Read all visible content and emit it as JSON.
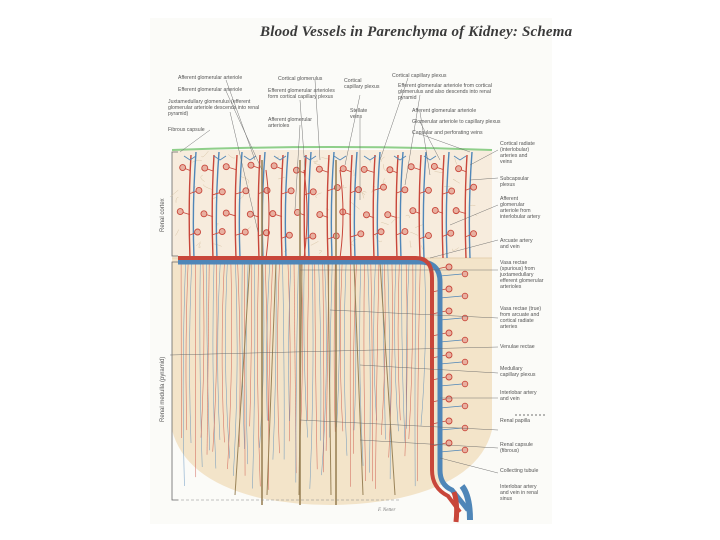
{
  "title": "Blood Vessels in Parenchyma of Kidney: Schema",
  "side_labels": {
    "cortex": "Renal cortex",
    "medulla": "Renal medulla (pyramid)"
  },
  "top_left_labels": [
    "Afferent glomerular arteriole",
    "Efferent glomerular arteriole",
    "Juxtamedullary glomerulus (efferent glomerular arteriole descends into renal pyramid)",
    "Fibrous capsule"
  ],
  "top_center_labels": [
    "Cortical glomerulus",
    "Efferent glomerular arterioles form cortical capillary plexus",
    "Cortical capillary plexus",
    "Stellate veins",
    "Afferent glomerular arterioles"
  ],
  "top_right_labels": [
    "Cortical capillary plexus",
    "Efferent glomerular arteriole from cortical glomerulus and also descends into renal pyramid",
    "Afferent glomerular arteriole",
    "Glomerular arteriole to capillary plexus",
    "Capsular and perforating veins"
  ],
  "right_labels": [
    "Cortical radiate (interlobular) arteries and veins",
    "Subcapsular plexus",
    "Afferent glomerular arteriole from interlobular artery",
    "Arcuate artery and vein",
    "Vasa rectae (spurious) from juxtamedullary efferent glomerular arterioles",
    "Vasa rectae (true) from arcuate and cortical radiate arteries",
    "Venulae rectae",
    "Medullary capillary plexus",
    "Interlobar artery and vein",
    "Renal papilla",
    "Renal capsule (fibrous)",
    "Collecting tubule",
    "Interlobar artery and vein in renal sinus"
  ],
  "signature": "F. Netter",
  "colors": {
    "artery": "#c8463a",
    "vein": "#4f86b8",
    "capsule": "#8fcf8a",
    "cortex_bg": "#f7ecdd",
    "medulla_bg": "#f3e4c9",
    "tubule": "#9a8358"
  }
}
